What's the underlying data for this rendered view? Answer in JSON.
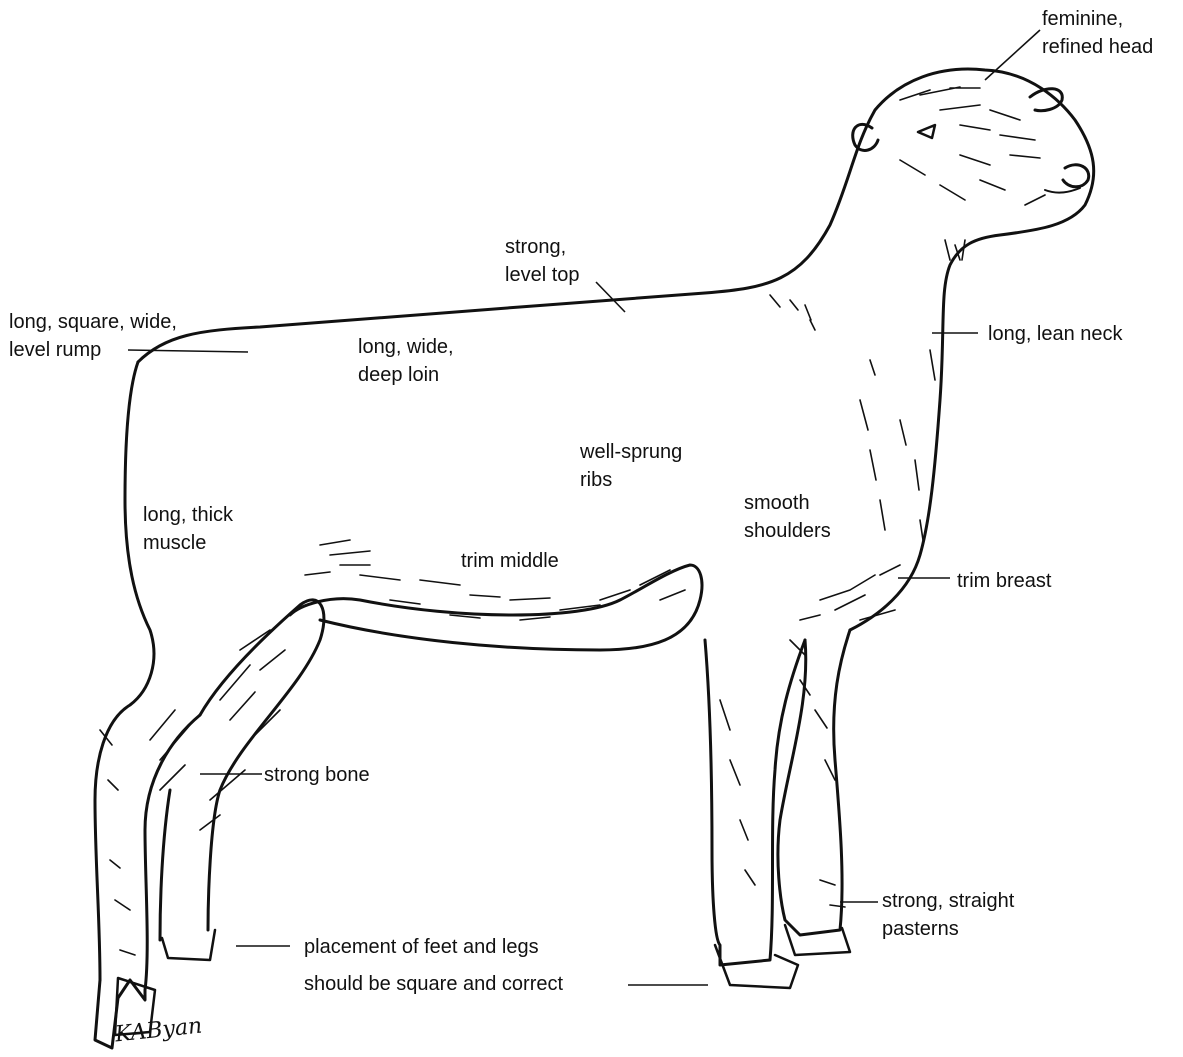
{
  "labels": {
    "head": "feminine,\nrefined head",
    "top": "strong,\nlevel top",
    "rump": "long, square, wide,\nlevel rump",
    "loin": "long, wide,\ndeep loin",
    "neck": "long, lean neck",
    "ribs": "well-sprung\nribs",
    "shoulders": "smooth\nshoulders",
    "muscle": "long, thick\nmuscle",
    "middle": "trim middle",
    "breast": "trim breast",
    "bone": "strong bone",
    "pasterns": "strong, straight\npasterns",
    "feet_line1": "placement of feet and legs",
    "feet_line2": "should be square and correct"
  },
  "signature": "KAByan",
  "colors": {
    "ink": "#111111",
    "background": "#ffffff"
  }
}
